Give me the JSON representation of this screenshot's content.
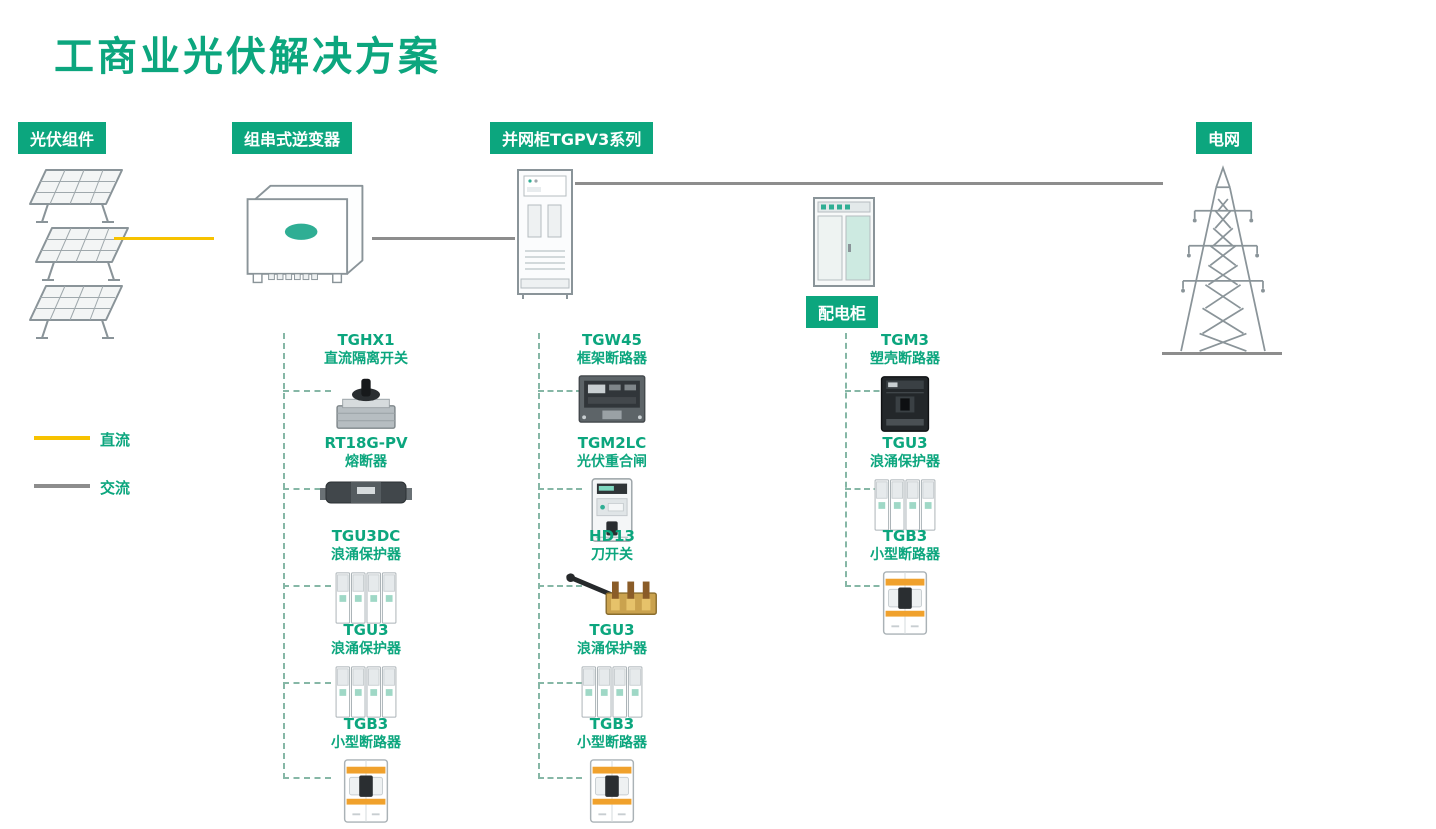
{
  "title": "工商业光伏解决方案",
  "colors": {
    "brand": "#0ca67e",
    "dc_line": "#f7c200",
    "ac_line": "#8d8d8d",
    "dash_line": "#86b7a6"
  },
  "tags": {
    "pv": "光伏组件",
    "inverter": "组串式逆变器",
    "grid_cabinet": "并网柜TGPV3系列",
    "grid": "电网",
    "dist_cabinet": "配电柜"
  },
  "legend": {
    "dc": "直流",
    "ac": "交流"
  },
  "columns": [
    {
      "id": "inverter-chain",
      "items": [
        {
          "model": "TGHX1",
          "desc": "直流隔离开关",
          "icon": "dc-isolator-switch"
        },
        {
          "model": "RT18G-PV",
          "desc": "熔断器",
          "icon": "fuse"
        },
        {
          "model": "TGU3DC",
          "desc": "浪涌保护器",
          "icon": "surge-protector"
        },
        {
          "model": "TGU3",
          "desc": "浪涌保护器",
          "icon": "surge-protector"
        },
        {
          "model": "TGB3",
          "desc": "小型断路器",
          "icon": "miniature-circuit-breaker"
        }
      ]
    },
    {
      "id": "grid-cabinet-chain",
      "items": [
        {
          "model": "TGW45",
          "desc": "框架断路器",
          "icon": "air-frame-breaker"
        },
        {
          "model": "TGM2LC",
          "desc": "光伏重合闸",
          "icon": "pv-recloser"
        },
        {
          "model": "HD13",
          "desc": "刀开关",
          "icon": "knife-switch"
        },
        {
          "model": "TGU3",
          "desc": "浪涌保护器",
          "icon": "surge-protector"
        },
        {
          "model": "TGB3",
          "desc": "小型断路器",
          "icon": "miniature-circuit-breaker"
        }
      ]
    },
    {
      "id": "dist-cabinet-chain",
      "items": [
        {
          "model": "TGM3",
          "desc": "塑壳断路器",
          "icon": "molded-case-breaker"
        },
        {
          "model": "TGU3",
          "desc": "浪涌保护器",
          "icon": "surge-protector"
        },
        {
          "model": "TGB3",
          "desc": "小型断路器",
          "icon": "miniature-circuit-breaker"
        }
      ]
    }
  ]
}
